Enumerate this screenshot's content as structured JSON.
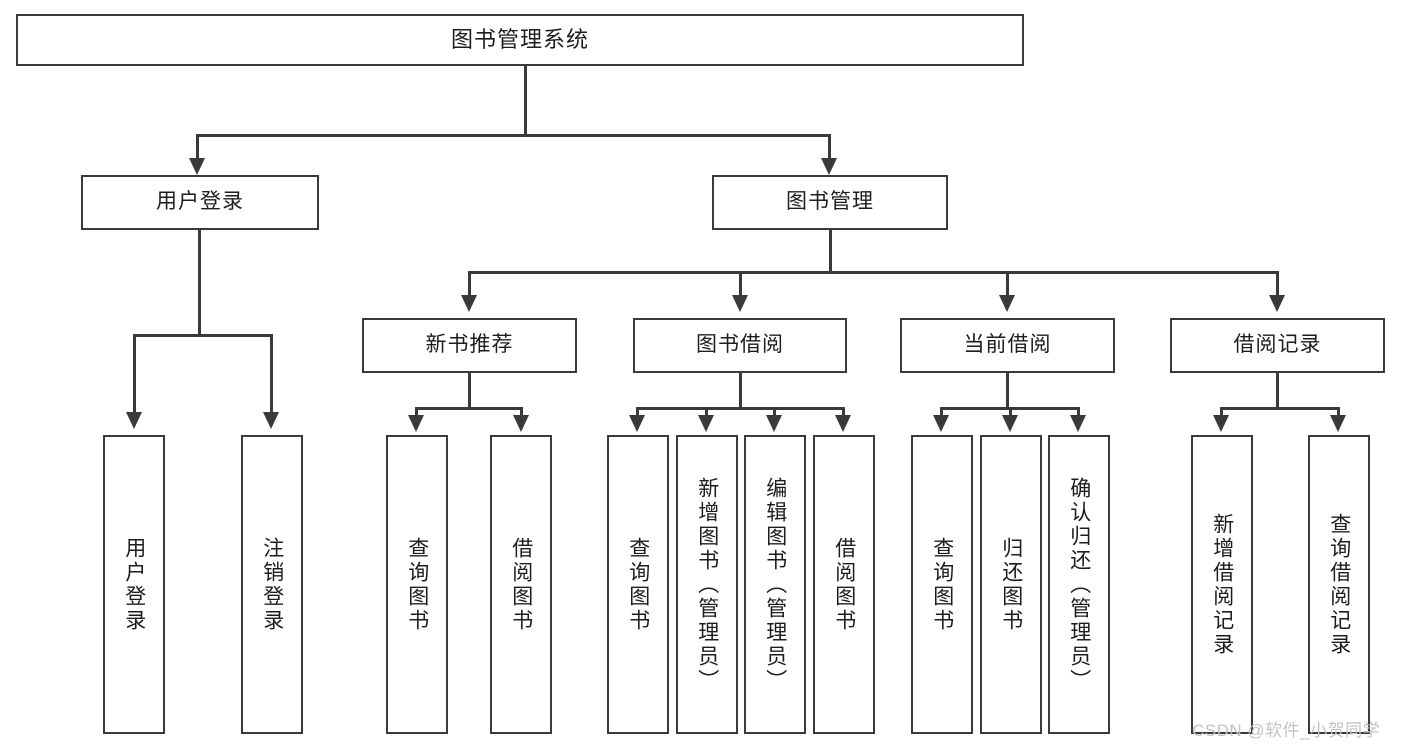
{
  "diagram": {
    "type": "tree-hierarchy",
    "title": "图书管理系统",
    "root": {
      "label": "图书管理系统"
    },
    "level2": [
      {
        "id": "user-login",
        "label": "用户登录"
      },
      {
        "id": "book-management",
        "label": "图书管理"
      }
    ],
    "level3": [
      {
        "id": "new-book-recommend",
        "label": "新书推荐",
        "parent": "book-management"
      },
      {
        "id": "book-borrow",
        "label": "图书借阅",
        "parent": "book-management"
      },
      {
        "id": "current-borrow",
        "label": "当前借阅",
        "parent": "book-management"
      },
      {
        "id": "borrow-record",
        "label": "借阅记录",
        "parent": "book-management"
      }
    ],
    "leaves": [
      {
        "id": "leaf-user-login",
        "label": "用户登录",
        "parent": "user-login"
      },
      {
        "id": "leaf-logout",
        "label": "注销登录",
        "parent": "user-login"
      },
      {
        "id": "leaf-query-book-1",
        "label": "查询图书",
        "parent": "new-book-recommend"
      },
      {
        "id": "leaf-borrow-book-1",
        "label": "借阅图书",
        "parent": "new-book-recommend"
      },
      {
        "id": "leaf-query-book-2",
        "label": "查询图书",
        "parent": "book-borrow"
      },
      {
        "id": "leaf-add-book",
        "label": "新增图书（管理员）",
        "parent": "book-borrow"
      },
      {
        "id": "leaf-edit-book",
        "label": "编辑图书（管理员）",
        "parent": "book-borrow"
      },
      {
        "id": "leaf-borrow-book-2",
        "label": "借阅图书",
        "parent": "book-borrow"
      },
      {
        "id": "leaf-query-book-3",
        "label": "查询图书",
        "parent": "current-borrow"
      },
      {
        "id": "leaf-return-book",
        "label": "归还图书",
        "parent": "current-borrow"
      },
      {
        "id": "leaf-confirm-return",
        "label": "确认归还（管理员）",
        "parent": "current-borrow"
      },
      {
        "id": "leaf-add-record",
        "label": "新增借阅记录",
        "parent": "borrow-record"
      },
      {
        "id": "leaf-query-record",
        "label": "查询借阅记录",
        "parent": "borrow-record"
      }
    ],
    "watermark": "CSDN @软件_小贺同学",
    "colors": {
      "stroke": "#3a3a3a",
      "background": "#ffffff",
      "text": "#1d1d1d",
      "watermark": "#c3c3c3"
    }
  }
}
